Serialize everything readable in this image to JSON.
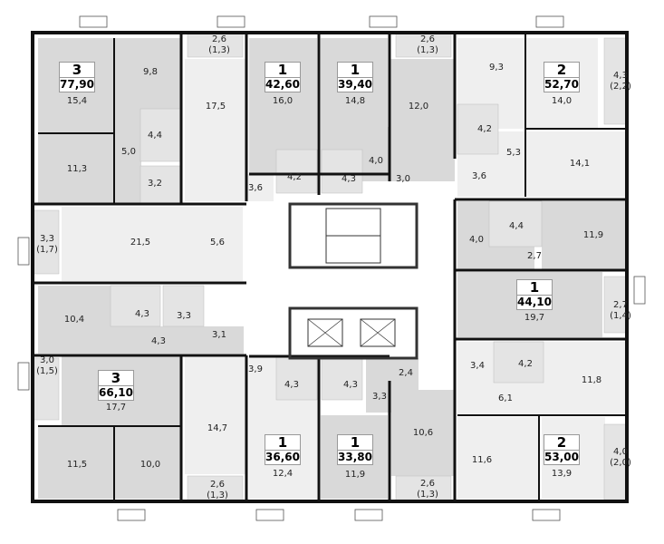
{
  "apartments": [
    {
      "rooms": "3",
      "area": "77,90"
    },
    {
      "rooms": "1",
      "area": "42,60"
    },
    {
      "rooms": "1",
      "area": "39,40"
    },
    {
      "rooms": "2",
      "area": "52,70"
    },
    {
      "rooms": "1",
      "area": "44,10"
    },
    {
      "rooms": "3",
      "area": "66,10"
    },
    {
      "rooms": "1",
      "area": "36,60"
    },
    {
      "rooms": "1",
      "area": "33,80"
    },
    {
      "rooms": "2",
      "area": "53,00"
    }
  ],
  "rooms": [
    "15,4",
    "9,8",
    "11,3",
    "5,0",
    "4,4",
    "3,2",
    "17,5",
    "16,0",
    "4,2",
    "3,6",
    "21,5",
    "5,6",
    "14,8",
    "12,0",
    "9,3",
    "14,0",
    "4,2",
    "5,3",
    "14,1",
    "4,0",
    "3,0",
    "4,3",
    "3,6",
    "4,0",
    "4,4",
    "11,9",
    "2,7",
    "10,4",
    "4,3",
    "3,3",
    "4,3",
    "3,1",
    "17,7",
    "11,5",
    "10,0",
    "14,7",
    "3,9",
    "4,3",
    "12,4",
    "19,7",
    "3,4",
    "4,2",
    "11,8",
    "6,1",
    "2,4",
    "4,3",
    "3,3",
    "10,6",
    "11,9",
    "11,6",
    "13,9"
  ],
  "balconies": [
    {
      "area": "2,6",
      "sub": "(1,3)"
    },
    {
      "area": "2,6",
      "sub": "(1,3)"
    },
    {
      "area": "4,3",
      "sub": "(2,2)"
    },
    {
      "area": "3,3",
      "sub": "(1,7)"
    },
    {
      "area": "2,7",
      "sub": "(1,4)"
    },
    {
      "area": "3,0",
      "sub": "(1,5)"
    },
    {
      "area": "2,6",
      "sub": "(1,3)"
    },
    {
      "area": "2,6",
      "sub": "(1,3)"
    },
    {
      "area": "4,0",
      "sub": "(2,0)"
    }
  ]
}
